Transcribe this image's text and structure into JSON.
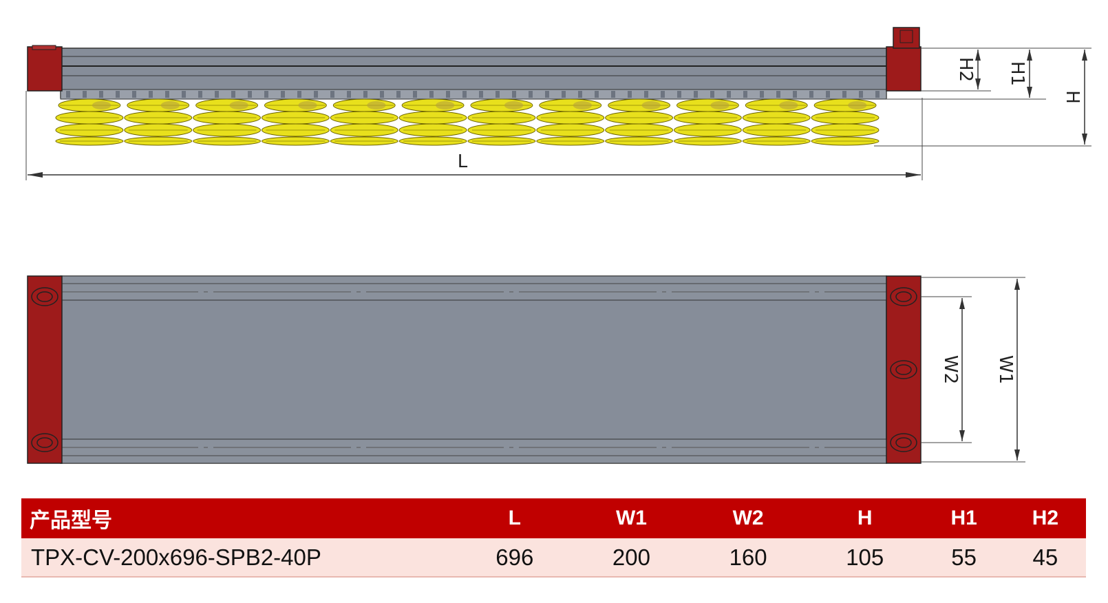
{
  "colors": {
    "body_gray": "#868d99",
    "body_dark": "#707784",
    "end_cap_red": "#9e1b1b",
    "cup_yellow": "#e8e01c",
    "header_red": "#c00000",
    "row_pink": "#fbe3de"
  },
  "side_view": {
    "cup_count": 12,
    "length_label": "L",
    "height_labels": [
      "H2",
      "H1",
      "H"
    ]
  },
  "top_view": {
    "width_labels": [
      "W2",
      "W1"
    ]
  },
  "table": {
    "headers": [
      "产品型号",
      "L",
      "W1",
      "W2",
      "H",
      "H1",
      "H2"
    ],
    "rows": [
      [
        "TPX-CV-200x696-SPB2-40P",
        "696",
        "200",
        "160",
        "105",
        "55",
        "45"
      ]
    ]
  }
}
